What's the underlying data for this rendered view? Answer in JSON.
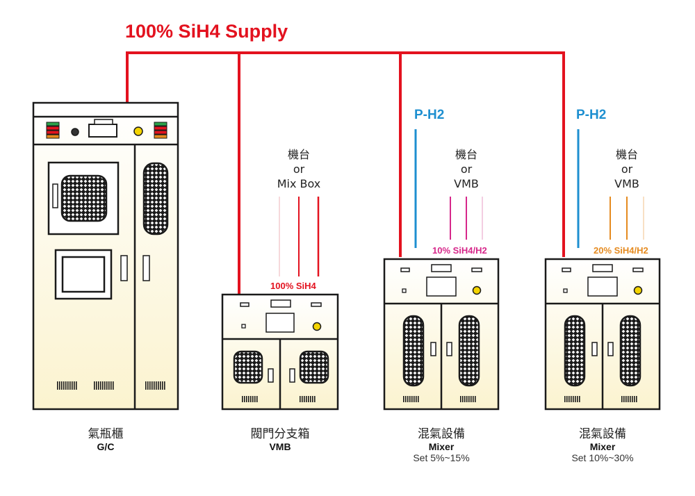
{
  "title": "100% SiH4 Supply",
  "colors": {
    "supply_line": "#e3121f",
    "h2_line": "#1d8fd0",
    "mix10": "#d6278a",
    "mix20": "#e58a1f",
    "cabinet_top": "#ffffff",
    "cabinet_bottom": "#fbf3cf",
    "outline": "#1a1a1a"
  },
  "cabinets": [
    {
      "name_cn": "氣瓶櫃",
      "name_en": "G/C",
      "note": ""
    },
    {
      "name_cn": "閥門分支箱",
      "name_en": "VMB",
      "note": ""
    },
    {
      "name_cn": "混氣設備",
      "name_en": "Mixer",
      "note": "Set 5%~15%"
    },
    {
      "name_cn": "混氣設備",
      "name_en": "Mixer",
      "note": "Set 10%~30%"
    }
  ],
  "inputs": {
    "h2_label_1": "P-H2",
    "h2_label_2": "P-H2"
  },
  "outputs": [
    {
      "dest_line1": "機台",
      "dest_line2": "or",
      "dest_line3": "Mix Box",
      "gas": "100% SiH4"
    },
    {
      "dest_line1": "機台",
      "dest_line2": "or",
      "dest_line3": "VMB",
      "gas": "10% SiH4/H2"
    },
    {
      "dest_line1": "機台",
      "dest_line2": "or",
      "dest_line3": "VMB",
      "gas": "20% SiH4/H2"
    }
  ],
  "icons": {
    "vent_grille": "vent-grille-icon",
    "key_lock": "key-lock-icon",
    "status_lamp": "status-lamp-icon",
    "display": "display-screen-icon"
  }
}
